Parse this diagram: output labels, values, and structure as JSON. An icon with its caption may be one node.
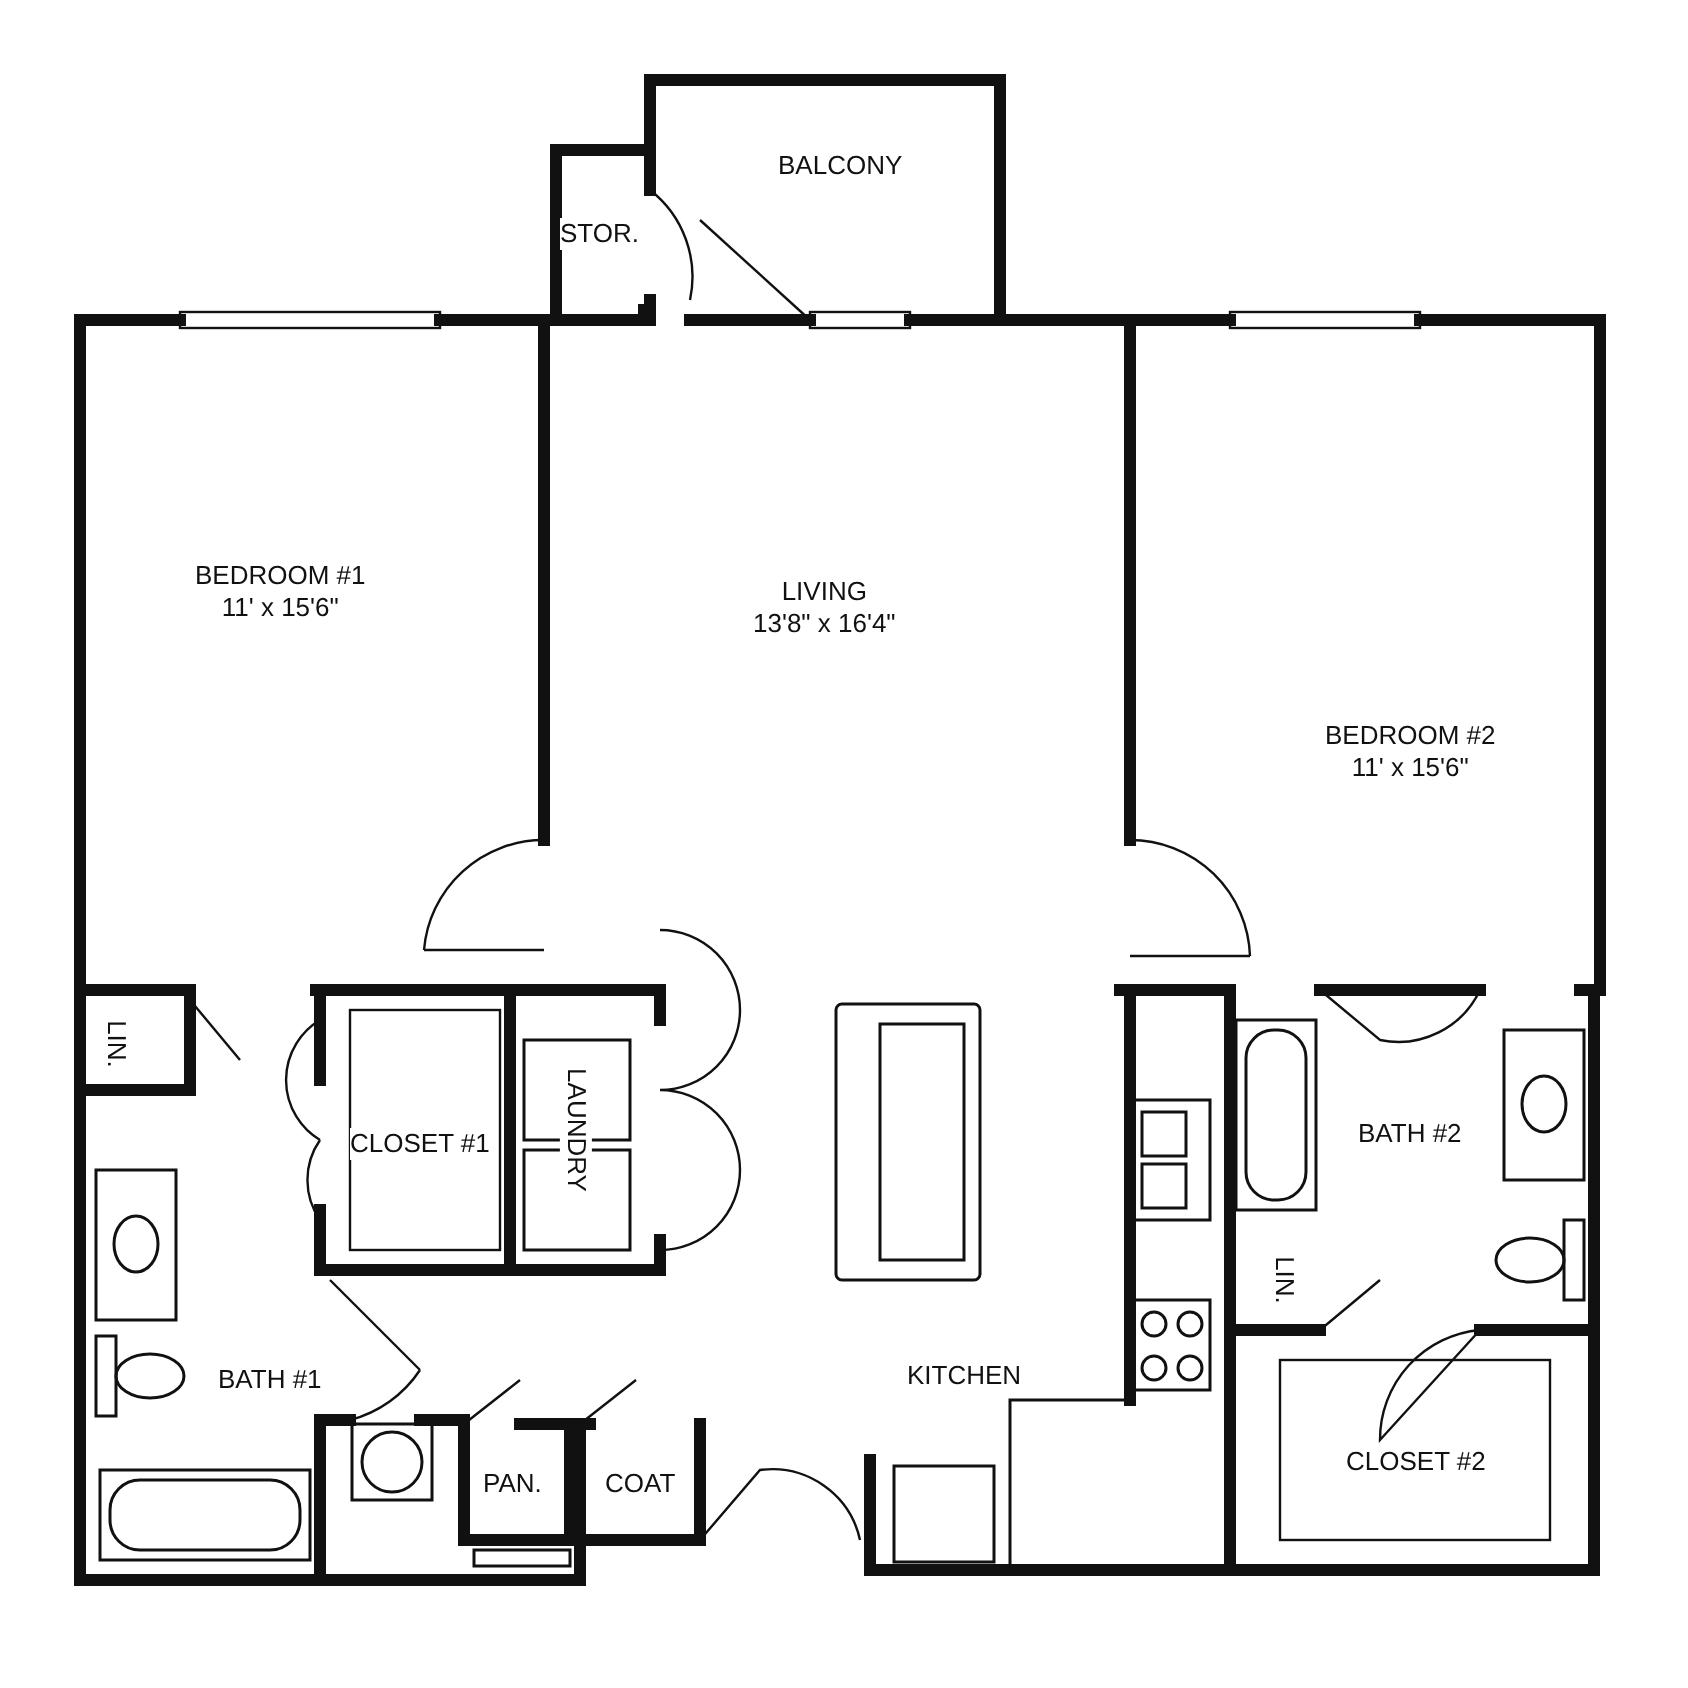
{
  "diagram": {
    "nodes": [
      {
        "text": [
          "BALCONY"
        ]
      },
      {
        "text": [
          "STOR."
        ]
      },
      {
        "text": [
          "BEDROOM #1",
          "11' x 15'6\""
        ]
      },
      {
        "text": [
          "LIVING",
          "13'8\" x 16'4\""
        ]
      },
      {
        "text": [
          "BEDROOM #2",
          "11' x 15'6\""
        ]
      },
      {
        "text": [
          "LIN."
        ]
      },
      {
        "text": [
          "CLOSET #1"
        ]
      },
      {
        "text": [
          "LAUNDRY"
        ]
      },
      {
        "text": [
          "BATH #2"
        ]
      },
      {
        "text": [
          "LIN."
        ]
      },
      {
        "text": [
          "BATH #1"
        ]
      },
      {
        "text": [
          "KITCHEN"
        ]
      },
      {
        "text": [
          "PAN."
        ]
      },
      {
        "text": [
          "COAT"
        ]
      },
      {
        "text": [
          "CLOSET #2"
        ]
      }
    ]
  }
}
